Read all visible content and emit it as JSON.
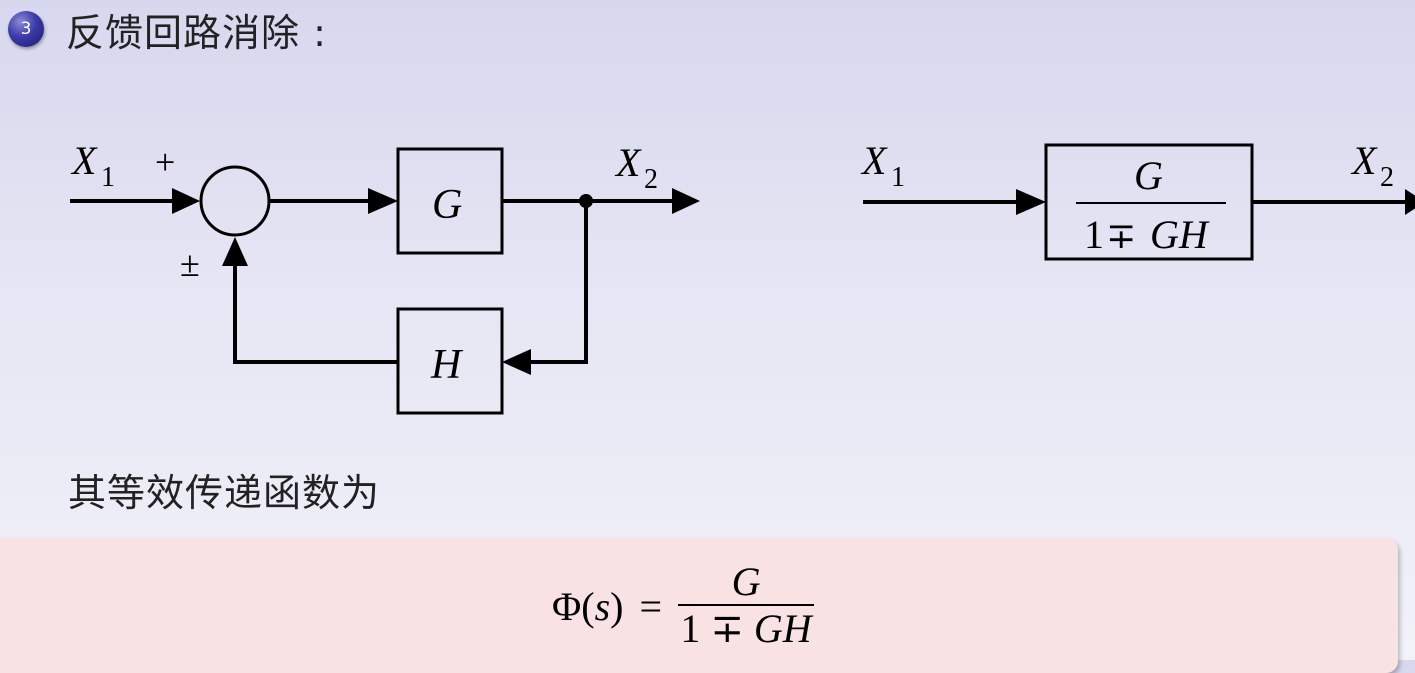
{
  "heading": {
    "bullet_number": "3",
    "title": "反馈回路消除 :"
  },
  "diagram_left": {
    "input_label": "X",
    "input_sub": "1",
    "plus_sign": "+",
    "feedback_sign": "±",
    "forward_block": "G",
    "feedback_block": "H",
    "output_label": "X",
    "output_sub": "2"
  },
  "diagram_right": {
    "input_label": "X",
    "input_sub": "1",
    "block_numerator": "G",
    "block_den_one": "1",
    "block_den_sign": "∓",
    "block_den_gh": "GH",
    "output_label": "X",
    "output_sub": "2"
  },
  "equivalent_text": "其等效传递函数为",
  "formula": {
    "lhs_phi": "Φ(",
    "lhs_var": "s",
    "lhs_close": ")",
    "equals": "=",
    "numerator": "G",
    "den_one": "1",
    "den_sign": "∓",
    "den_gh": "GH"
  }
}
